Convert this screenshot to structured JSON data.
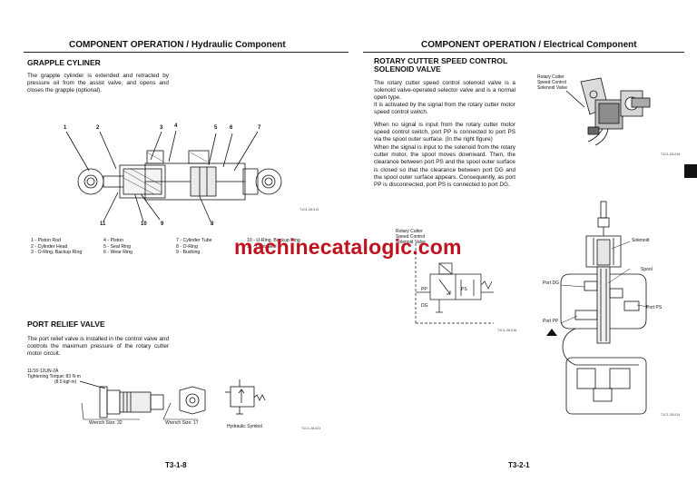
{
  "left": {
    "header": "COMPONENT OPERATION / Hydraulic Component",
    "grapple": {
      "title": "GRAPPLE CYLINER",
      "body": "The grapple cylinder is extended and retracted by pressure oil from the assist valve, and opens and closes the grapple (optional).",
      "callouts": [
        "1",
        "2",
        "3",
        "4",
        "5",
        "6",
        "7",
        "8",
        "9",
        "10",
        "11"
      ],
      "fig_code": "T1C1-28-013",
      "legend_col1": [
        "1 -   Piston Rod",
        "2 -   Cylinder Head",
        "3 -   O-Ring, Backup Ring"
      ],
      "legend_col2": [
        "4 -   Piston",
        "5 -   Seal Ring",
        "6 -   Wear Ring"
      ],
      "legend_col3": [
        "7 -   Cylinder Tube",
        "8 -   O-Ring",
        "9 -   Bushing"
      ],
      "legend_col4": [
        "10 -  U-Ring, Backup Ring",
        "11 -  Dust Seal"
      ]
    },
    "relief": {
      "title": "PORT RELIEF VALVE",
      "body": "The port relief valve is installed in the control valve and controls the maximum pressure of the rotary cutter motor circuit.",
      "thread": "11/16-12UN-2A",
      "torque": "Tightening Torque: 83 N·m",
      "torque2": "(8.5 kgf·m)",
      "wrench1": "Wrench Size: 32",
      "wrench2": "Wrench Size: 17",
      "symbol": "Hydraulic Symbol",
      "fig_code": "T1C1-28-023"
    },
    "page_number": "T3-1-8"
  },
  "right": {
    "header": "COMPONENT OPERATION / Electrical Component",
    "title_line1": "ROTARY CUTTER SPEED CONTROL",
    "title_line2": "SOLENOID VALVE",
    "para1": "The rotary cutter speed control solenoid valve is a solenoid valve-operated selector valve and is a normal open type.",
    "para2": "It is activated by the signal from the rotary cutter motor speed control switch.",
    "para3": "When no signal is input from the rotary cutter motor speed control switch, port PP is connected to port PS via the spool outer surface. (In the right figure)",
    "para4": "When the signal is input to the solenoid from the rotary cutter motor, the spool moves downward. Then, the clearance between port PS and the spool outer surface is closed so that the clearance between port DG and the spool outer surface appears. Consequently, as port PP is disconnected, port PS is connected to port DG.",
    "photo_label": [
      "Rotary Cutter",
      "Speed Control",
      "Solenoid Valve"
    ],
    "photo_code": "T1C1-28-015",
    "symbol_label": [
      "Rotary Cutter",
      "Speed Control",
      "Solenoid Valve"
    ],
    "symbol_ports": {
      "pp": "PP",
      "ps": "PS",
      "dg": "DG"
    },
    "symbol_code": "T1C1-28-016",
    "section_labels": {
      "solenoid": "Solenoid",
      "spool": "Spool",
      "port_dg": "Port DG",
      "port_ps": "Port PS",
      "port_pp": "Port PP"
    },
    "section_code": "T1C1-28-014",
    "page_number": "T3-2-1"
  },
  "watermark": "machinecatalogic.com",
  "colors": {
    "watermark": "#c0121e",
    "ink": "#111111",
    "rule": "#222222"
  }
}
